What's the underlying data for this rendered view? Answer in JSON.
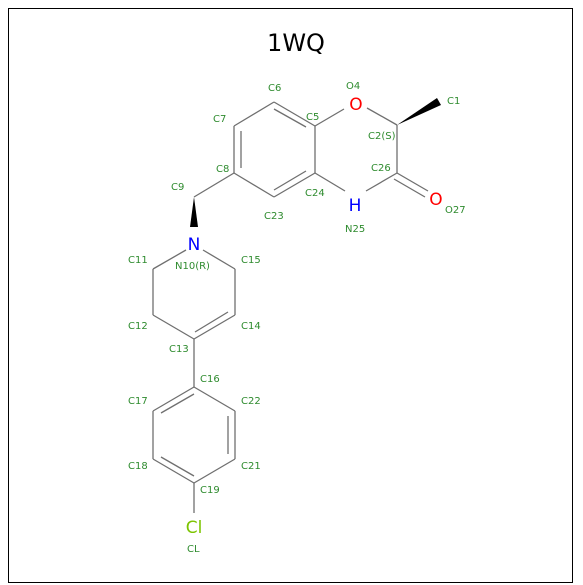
{
  "title": "1WQ",
  "colors": {
    "carbon_label": "#2e8b2e",
    "oxygen": "#ff0000",
    "nitrogen": "#0000ff",
    "chlorine": "#7cc400",
    "bond": "#6f6f6f",
    "wedge": "#000000"
  },
  "element_symbols": {
    "O4": "O",
    "O27": "O",
    "N25": "H",
    "N10": "N",
    "CL": "Cl"
  },
  "atom_labels": {
    "C1": "C1",
    "C2": "C2(S)",
    "O4": "O4",
    "C5": "C5",
    "C6": "C6",
    "C7": "C7",
    "C8": "C8",
    "C9": "C9",
    "N10": "N10(R)",
    "C11": "C11",
    "C12": "C12",
    "C13": "C13",
    "C14": "C14",
    "C15": "C15",
    "C16": "C16",
    "C17": "C17",
    "C18": "C18",
    "C19": "C19",
    "C21": "C21",
    "C22": "C22",
    "C23": "C23",
    "C24": "C24",
    "N25": "N25",
    "C26": "C26",
    "O27": "O27",
    "CL": "CL"
  }
}
